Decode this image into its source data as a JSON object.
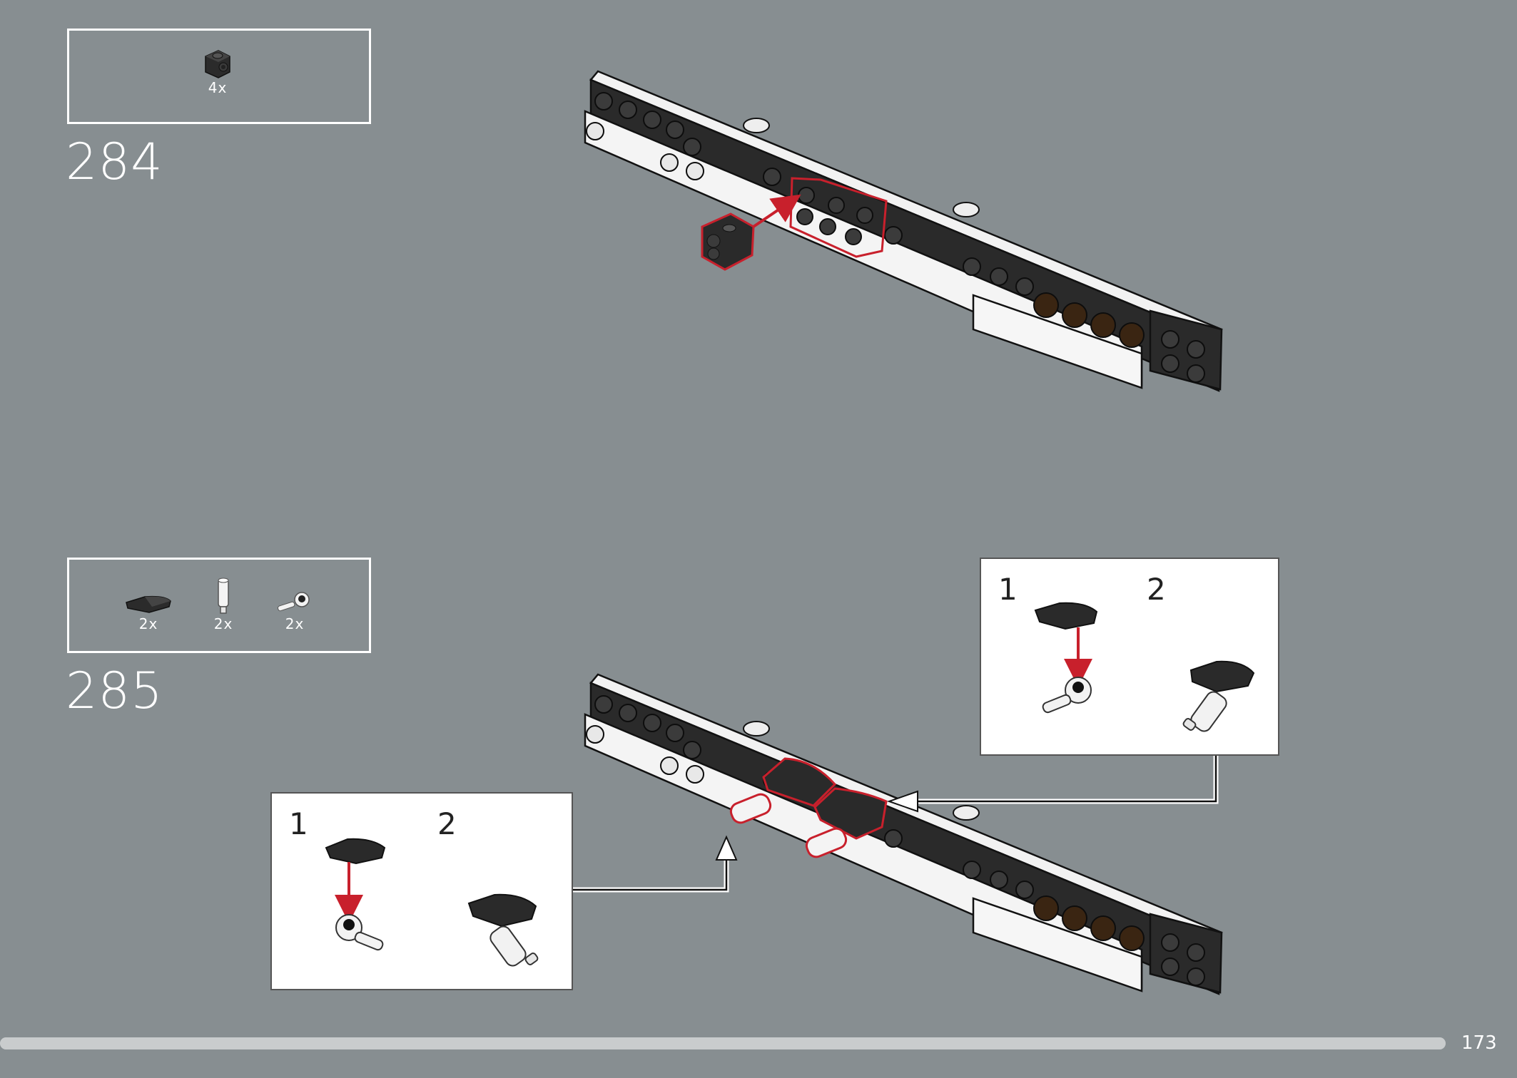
{
  "steps": [
    {
      "number": "284",
      "parts": [
        {
          "icon": "black-brick-1x1-with-stud-side-icon",
          "qty": "4x"
        }
      ]
    },
    {
      "number": "285",
      "parts": [
        {
          "icon": "black-curved-slope-icon",
          "qty": "2x"
        },
        {
          "icon": "white-bar-holder-icon",
          "qty": "2x"
        },
        {
          "icon": "clip-with-bar-icon",
          "qty": "2x"
        }
      ],
      "subassembly_left": {
        "step1": "1",
        "step2": "2"
      },
      "subassembly_right": {
        "step1": "1",
        "step2": "2"
      }
    }
  ],
  "colors": {
    "background": "#878e91",
    "highlight": "#c8202c",
    "panel": "#ffffff"
  },
  "progress": {
    "fraction": 1.0
  },
  "page_number": "173"
}
